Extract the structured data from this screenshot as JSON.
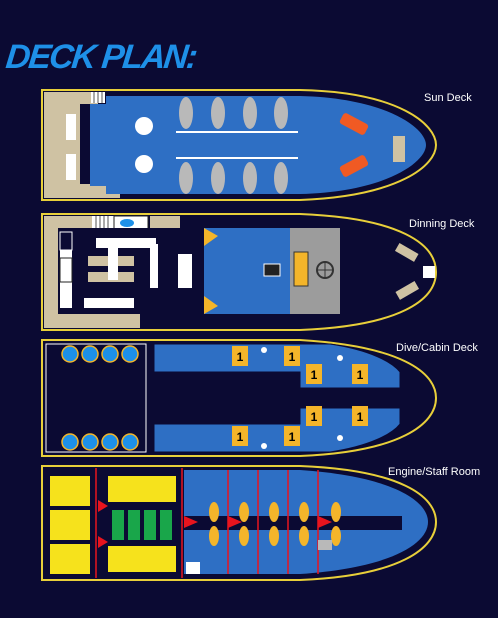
{
  "title": "DECK PLAN:",
  "decks": [
    {
      "label": "Sun Deck"
    },
    {
      "label": "Dinning Deck"
    },
    {
      "label": "Dive/Cabin Deck"
    },
    {
      "label": "Engine/Staff Room"
    }
  ],
  "cabin_number": "1",
  "colors": {
    "background": "#0b0a33",
    "outline": "#e8cf3a",
    "deck_blue": "#2e6fc4",
    "wood": "#cfc2a3",
    "accent_orange": "#f05a23",
    "cabin_yellow": "#f4b52a",
    "engine_yellow": "#f6e21c",
    "engine_green": "#19a64a",
    "red": "#e8141e"
  }
}
